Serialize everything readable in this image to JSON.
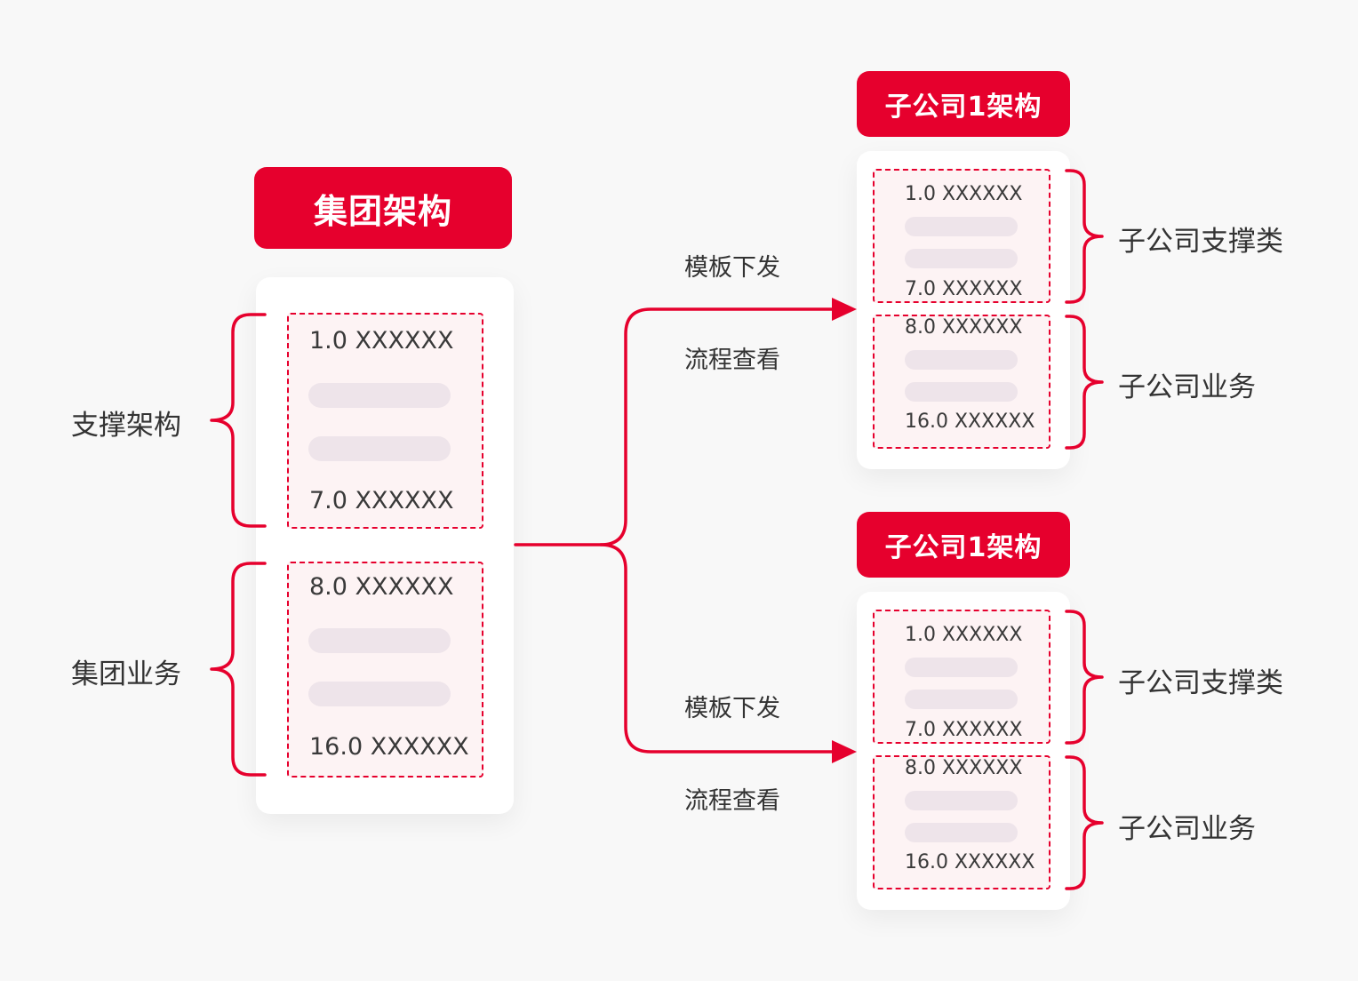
{
  "group": {
    "title": "集团架构",
    "support_label": "支撑架构",
    "business_label": "集团业务",
    "support_items": [
      "1.0 XXXXXX",
      "7.0 XXXXXX"
    ],
    "business_items": [
      "8.0 XXXXXX",
      "16.0 XXXXXX"
    ]
  },
  "edges": [
    {
      "top_label": "模板下发",
      "bottom_label": "流程查看"
    },
    {
      "top_label": "模板下发",
      "bottom_label": "流程查看"
    }
  ],
  "subsidiaries": [
    {
      "title": "子公司1架构",
      "support_label": "子公司支撑类",
      "business_label": "子公司业务",
      "support_items": [
        "1.0 XXXXXX",
        "7.0 XXXXXX"
      ],
      "business_items": [
        "8.0 XXXXXX",
        "16.0 XXXXXX"
      ]
    },
    {
      "title": "子公司1架构",
      "support_label": "子公司支撑类",
      "business_label": "子公司业务",
      "support_items": [
        "1.0 XXXXXX",
        "7.0 XXXXXX"
      ],
      "business_items": [
        "8.0 XXXXXX",
        "16.0 XXXXXX"
      ]
    }
  ],
  "colors": {
    "accent": "#e6002d",
    "dashed_fill": "#fdf3f4",
    "placeholder_bar": "#eee4ea"
  }
}
